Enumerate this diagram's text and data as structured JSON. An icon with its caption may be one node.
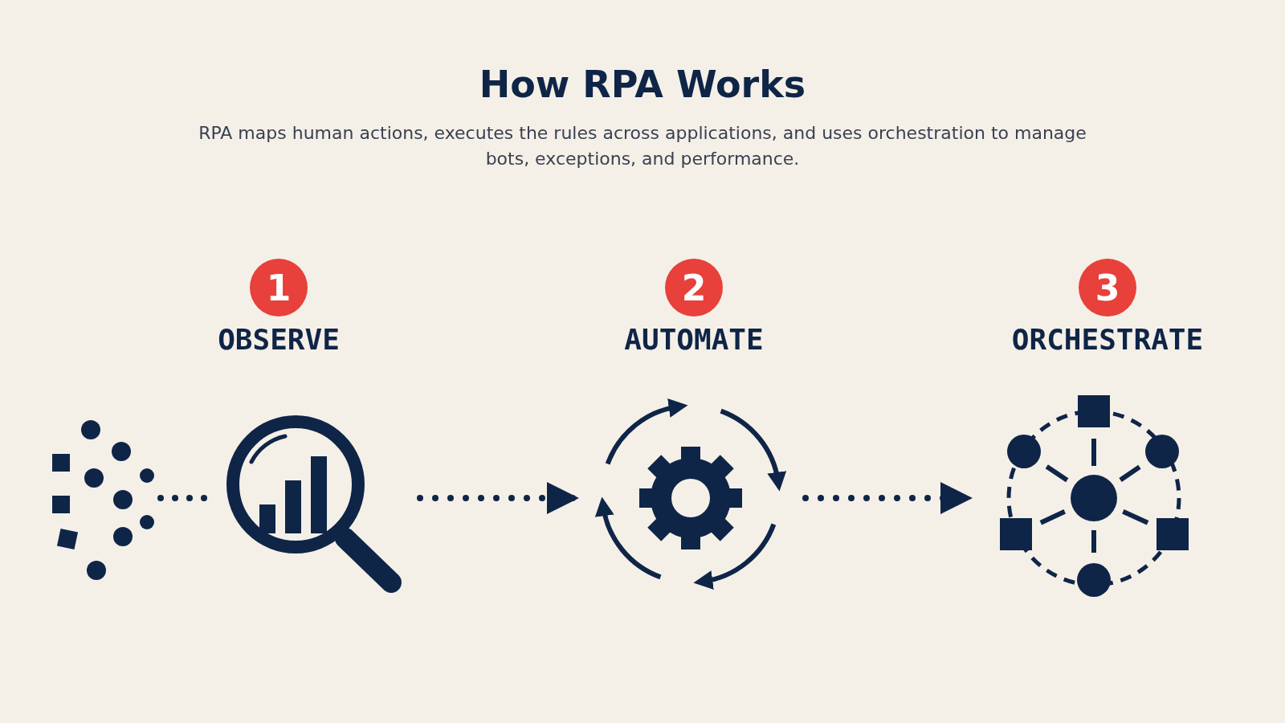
{
  "diagram": {
    "title": "How RPA Works",
    "nodes": [
      {
        "text": [
          "1"
        ],
        "beside": [
          "OBSERVE"
        ]
      },
      {
        "text": [
          "2"
        ],
        "beside": [
          "AUTOMATE"
        ]
      },
      {
        "text": [
          "3"
        ],
        "beside": [
          "ORCHESTRATE"
        ]
      },
      {
        "text": [],
        "shape": "picture"
      },
      {
        "text": [],
        "shape": "picture"
      },
      {
        "text": [],
        "shape": "picture"
      }
    ],
    "edges": [
      {
        "from": 3,
        "to": 4,
        "arrow": "to",
        "style": "dashed"
      },
      {
        "from": 4,
        "to": 5,
        "arrow": "to",
        "style": "dashed"
      }
    ],
    "labels": [
      "RPA maps human actions, executes the rules across applications, and uses orchestration to manage bots, exceptions, and performance."
    ]
  }
}
